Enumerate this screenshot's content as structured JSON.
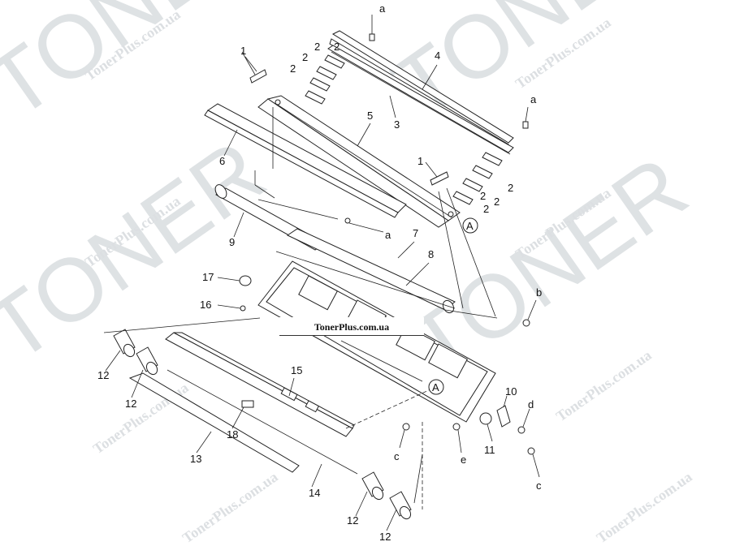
{
  "watermark": {
    "big": "TONER",
    "small": "TonerPlus.com.ua"
  },
  "banner": "TonerPlus.com.ua",
  "callouts": {
    "a1": "a",
    "a2": "a",
    "a3": "a",
    "b": "b",
    "c1": "c",
    "c2": "c",
    "d": "d",
    "e": "e",
    "p1a": "1",
    "p1b": "1",
    "p2a": "2",
    "p2b": "2",
    "p2c": "2",
    "p2d": "2",
    "p2e": "2",
    "p2f": "2",
    "p2g": "2",
    "p2h": "2",
    "p3": "3",
    "p4": "4",
    "p5": "5",
    "p6": "6",
    "p7": "7",
    "p8": "8",
    "p9": "9",
    "p10": "10",
    "p11": "11",
    "p12a": "12",
    "p12b": "12",
    "p12c": "12",
    "p12d": "12",
    "p13": "13",
    "p14": "14",
    "p15": "15",
    "p16": "16",
    "p17": "17",
    "p18": "18",
    "markA1": "A",
    "markA2": "A"
  }
}
